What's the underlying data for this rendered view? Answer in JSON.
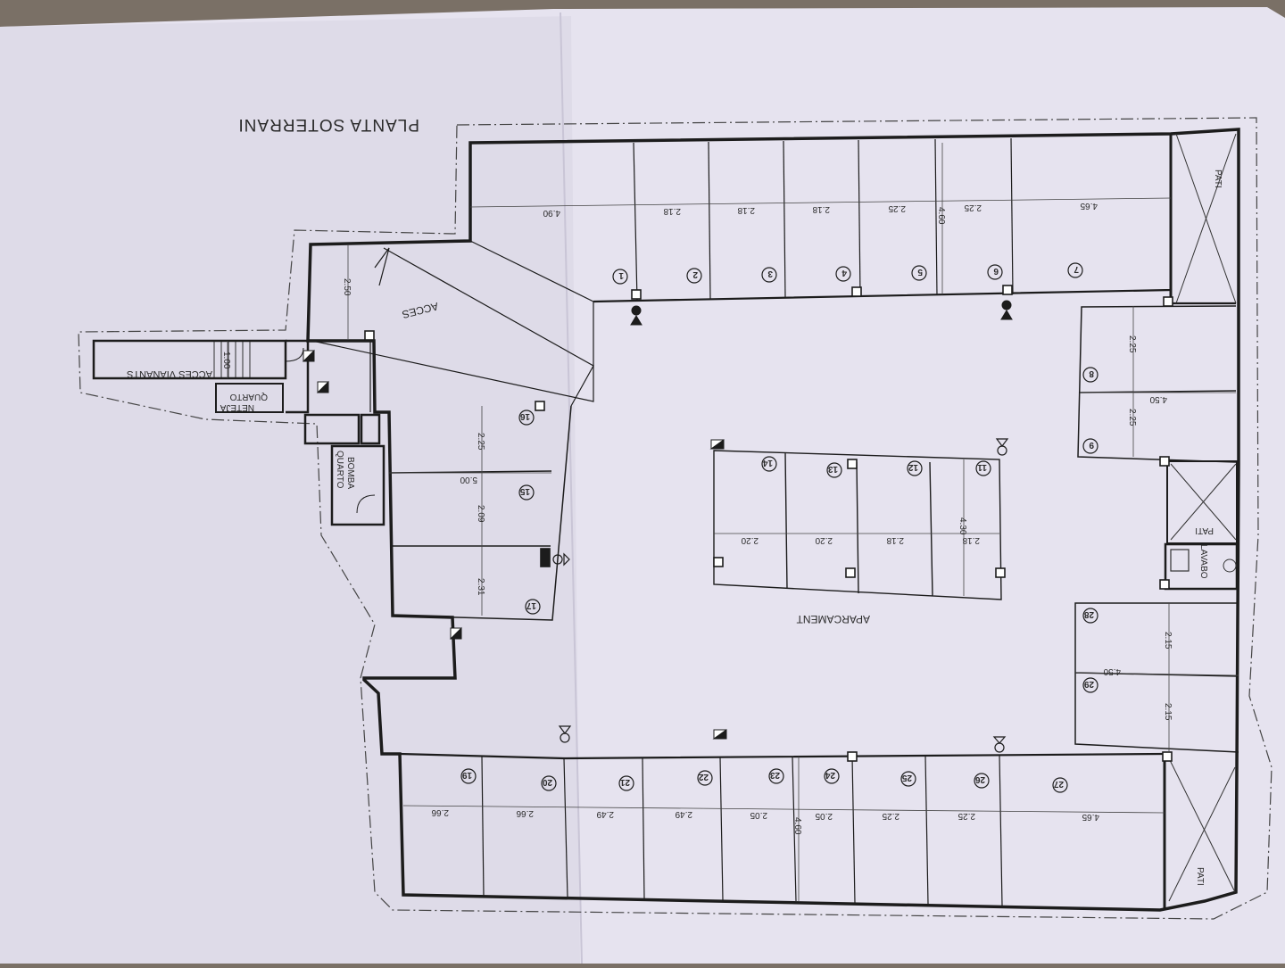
{
  "title": "PLANTA SOTERRANI",
  "labels": {
    "acces": "ACCES",
    "acces_vianants": "ACCES VIANANTS",
    "quarto_neteja_1": "QUARTO",
    "quarto_neteja_2": "NETEJA",
    "quarto_bomba_1": "QUARTO",
    "quarto_bomba_2": "BOMBA",
    "aparcament": "APARCAMENT",
    "lavabo": "LAVABO",
    "pati": "PATI"
  },
  "dimensions": {
    "d_490": "4.90",
    "d_218": "2.18",
    "d_225": "2.25",
    "d_465": "4.65",
    "d_460": "4.60",
    "d_250": "2.50",
    "d_100": "1.00",
    "d_450": "4.50",
    "d_500": "5.00",
    "d_209": "2.09",
    "d_231": "2.31",
    "d_220": "2.20",
    "d_430": "4.30",
    "d_215": "2.15",
    "d_266": "2.66",
    "d_249": "2.49",
    "d_205": "2.05"
  },
  "spaces": [
    "1",
    "2",
    "3",
    "4",
    "5",
    "6",
    "7",
    "8",
    "9",
    "11",
    "12",
    "13",
    "14",
    "16",
    "15",
    "17",
    "19",
    "20",
    "21",
    "22",
    "23",
    "24",
    "25",
    "26",
    "27",
    "28",
    "29"
  ],
  "colors": {
    "paper": "#e9e6f1",
    "ink": "#1c1c1c",
    "table": "#7a7066"
  }
}
